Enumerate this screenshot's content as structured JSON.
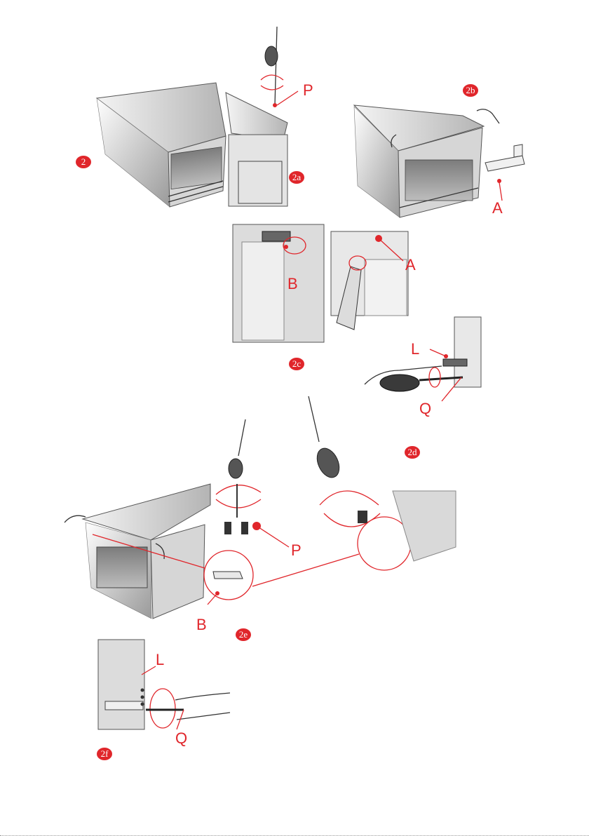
{
  "steps": {
    "s2": "2",
    "s2a": "2a",
    "s2b": "2b",
    "s2c": "2c",
    "s2d": "2d",
    "s2e": "2e",
    "s2f": "2f"
  },
  "callouts": {
    "p_top": "P",
    "a_bracket": "A",
    "a_cabinet": "A",
    "b_cabinet": "B",
    "l_2d": "L",
    "q_2d": "Q",
    "p_2e": "P",
    "b_2e": "B",
    "l_2f": "L",
    "q_2f": "Q"
  },
  "colors": {
    "accent": "#e0262b",
    "ink": "#333333",
    "panel": "#bdbdbd"
  }
}
